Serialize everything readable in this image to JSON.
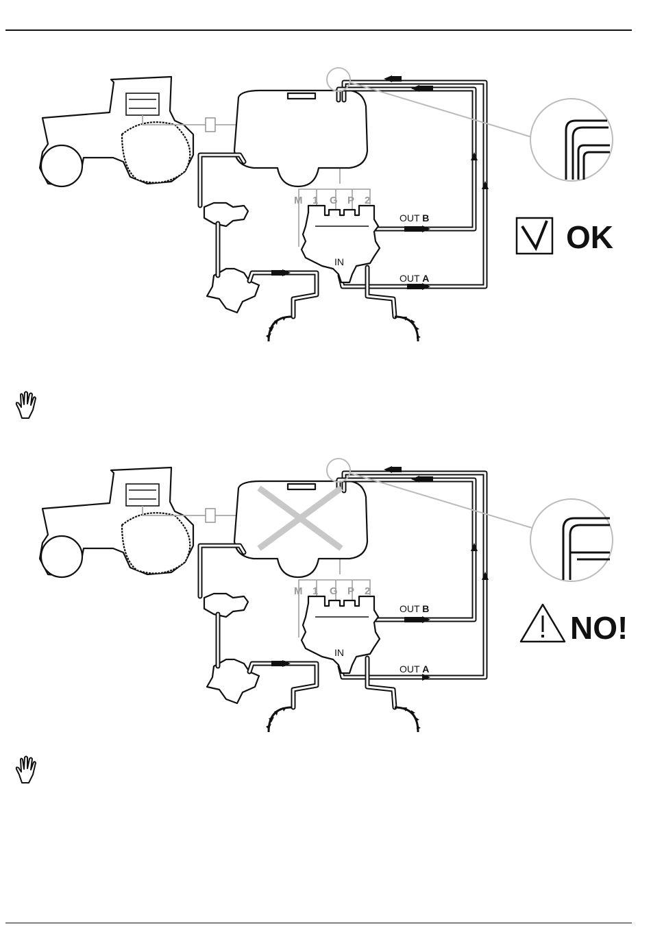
{
  "diagram_ok": {
    "ports": [
      "M",
      "1",
      "G",
      "P",
      "2"
    ],
    "in_label": "IN",
    "out_b_prefix": "OUT ",
    "out_b_letter": "B",
    "out_a_prefix": "OUT ",
    "out_a_letter": "A",
    "verdict_text": "OK",
    "verdict_icon": "checkmark-box-icon"
  },
  "diagram_no": {
    "ports": [
      "M",
      "1",
      "G",
      "P",
      "2"
    ],
    "in_label": "IN",
    "out_b_prefix": "OUT ",
    "out_b_letter": "B",
    "out_a_prefix": "OUT ",
    "out_a_letter": "A",
    "verdict_text": "NO!",
    "verdict_icon": "warning-triangle-icon"
  },
  "icons": {
    "note": "hand-stop-icon",
    "cross": "cross-x-icon"
  },
  "colors": {
    "line": "#111111",
    "gray_line": "#999999",
    "cross": "#c8c8c8"
  }
}
